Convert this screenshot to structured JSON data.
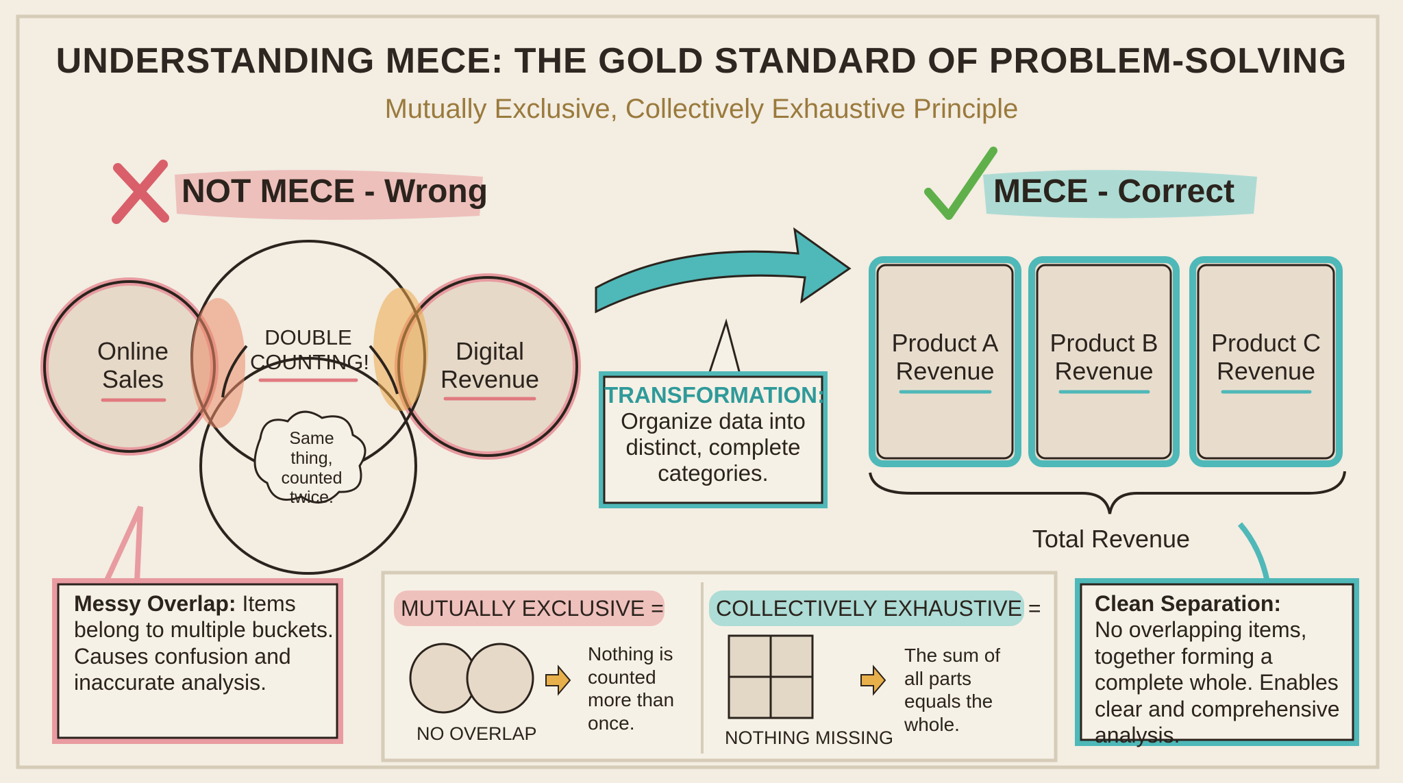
{
  "header": {
    "title": "UNDERSTANDING MECE: THE GOLD STANDARD OF PROBLEM-SOLVING",
    "subtitle": "Mutually Exclusive, Collectively Exhaustive Principle"
  },
  "wrong": {
    "heading": "NOT MECE - Wrong",
    "icon": "cross-icon",
    "circles": [
      "Online Sales",
      "Digital Revenue"
    ],
    "overlap_label": "DOUBLE COUNTING!",
    "cloud_text": "Same thing, counted twice.",
    "note_title": "Messy Overlap:",
    "note_text": "Items belong to multiple buckets. Causes confusion and inaccurate analysis."
  },
  "transformation": {
    "title": "TRANSFORMATION:",
    "text": "Organize data into distinct, complete categories."
  },
  "correct": {
    "heading": "MECE - Correct",
    "icon": "check-icon",
    "boxes": [
      "Product A Revenue",
      "Product B Revenue",
      "Product C Revenue"
    ],
    "total": "Total Revenue",
    "note_title": "Clean Separation:",
    "note_text": "No overlapping items, together forming a complete whole. Enables clear and comprehensive analysis."
  },
  "definitions": {
    "me": {
      "label": "MUTUALLY EXCLUSIVE =",
      "caption": "NO OVERLAP",
      "text": "Nothing is counted more than once."
    },
    "ce": {
      "label": "COLLECTIVELY EXHAUSTIVE =",
      "caption": "NOTHING MISSING",
      "text": "The sum of all parts equals the whole."
    }
  },
  "colors": {
    "red": "#e07a80",
    "teal": "#4fb8b8",
    "gold": "#e8a93a",
    "ink": "#2b231d",
    "paper": "#f3ede2"
  }
}
